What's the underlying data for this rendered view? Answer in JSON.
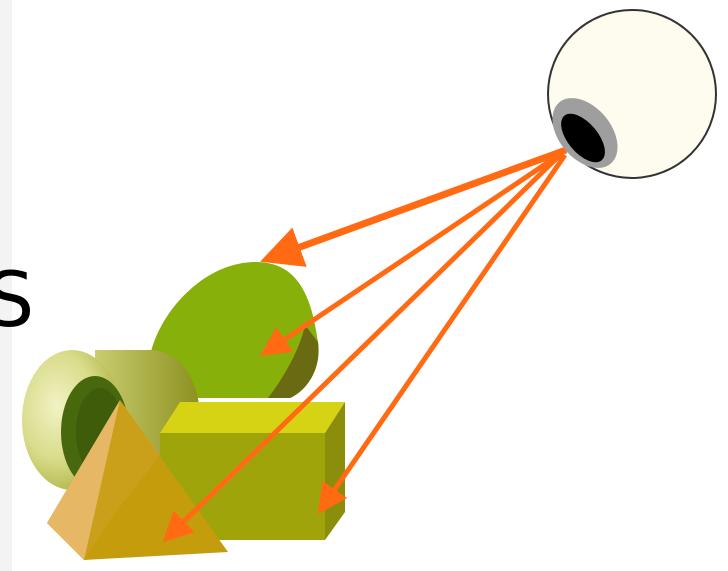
{
  "edge_text": "S",
  "scene": {
    "objects": [
      "eye",
      "green-ellipsoid",
      "yellow-cylinder",
      "yellow-box",
      "orange-pyramid"
    ],
    "ray_count": 4,
    "colors": {
      "ray": "#ff6a13",
      "eye_fill": "#fefcee",
      "iris": "#9e9e9e",
      "pupil": "#000000",
      "ellipsoid_light": "#88b00a",
      "ellipsoid_dark": "#6a6a12",
      "cylinder_light": "#e4e6a0",
      "cylinder_dark": "#47680c",
      "box_front": "#9ea40a",
      "box_top": "#d6d214",
      "box_side": "#8a8e0a",
      "pyramid_light": "#e6b866",
      "pyramid_dark": "#c49c0c"
    }
  }
}
